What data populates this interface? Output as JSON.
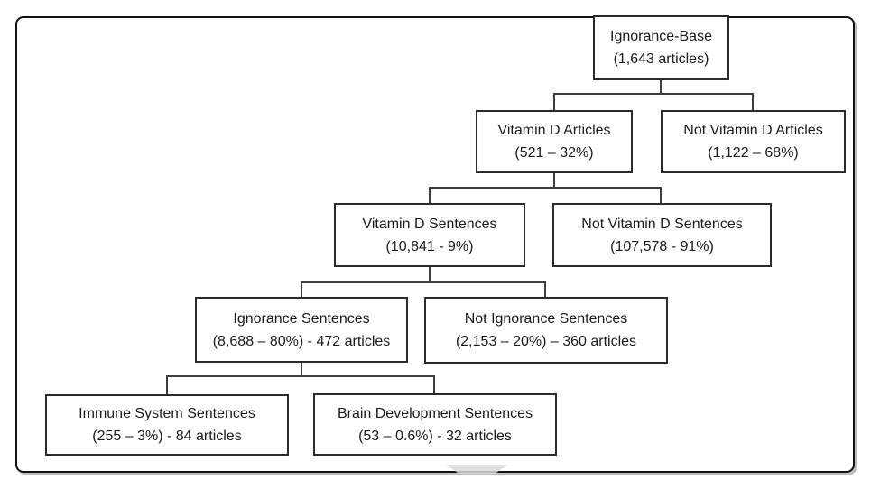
{
  "diagram": {
    "nodes": {
      "root": {
        "line1": "Ignorance-Base",
        "line2": "(1,643 articles)"
      },
      "vitamin_d_articles": {
        "line1": "Vitamin D Articles",
        "line2": "(521 – 32%)"
      },
      "not_vitamin_d_articles": {
        "line1": "Not Vitamin D Articles",
        "line2": "(1,122 – 68%)"
      },
      "vitamin_d_sentences": {
        "line1": "Vitamin D Sentences",
        "line2": "(10,841 - 9%)"
      },
      "not_vitamin_d_sentences": {
        "line1": "Not Vitamin D Sentences",
        "line2": "(107,578 - 91%)"
      },
      "ignorance_sentences": {
        "line1": "Ignorance Sentences",
        "line2": "(8,688 – 80%) - 472 articles"
      },
      "not_ignorance_sentences": {
        "line1": "Not Ignorance Sentences",
        "line2": "(2,153 – 20%) – 360 articles"
      },
      "immune_system_sentences": {
        "line1": "Immune System Sentences",
        "line2": "(255 – 3%) - 84 articles"
      },
      "brain_development_sentences": {
        "line1": "Brain Development Sentences",
        "line2": "(53 – 0.6%) - 32 articles"
      }
    },
    "colors": {
      "frame": "#121212",
      "box_border": "#2b2b2b",
      "connector": "#3d3d3d",
      "text": "#1b1b1b",
      "watermark": "#d9d9d9"
    }
  }
}
